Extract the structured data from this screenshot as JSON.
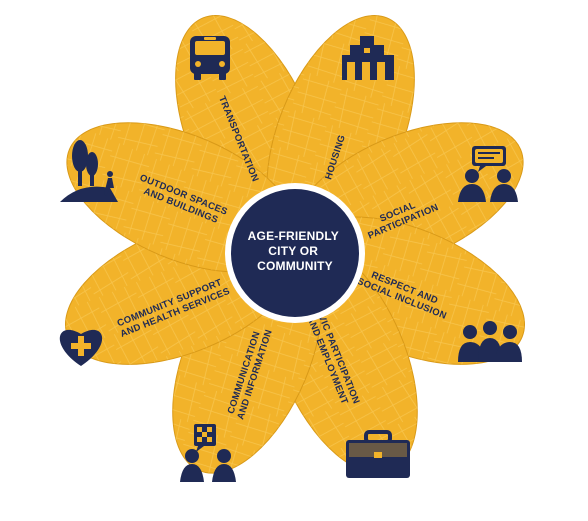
{
  "colors": {
    "petal": "#f2b32a",
    "petal_outline": "#d99a18",
    "petal_texture": "#fbd36a",
    "center": "#1f2a55",
    "center_ring": "#ffffff",
    "ink": "#1f2a55"
  },
  "center": {
    "line1": "AGE-FRIENDLY",
    "line2": "CITY OR",
    "line3": "COMMUNITY"
  },
  "petals": [
    {
      "id": "transportation",
      "icon": "bus-icon",
      "lines": [
        "TRANSPORTATION"
      ]
    },
    {
      "id": "housing",
      "icon": "house-icon",
      "lines": [
        "HOUSING"
      ]
    },
    {
      "id": "social-participation",
      "icon": "people-chat-icon",
      "lines": [
        "SOCIAL",
        "PARTICIPATION"
      ]
    },
    {
      "id": "respect-inclusion",
      "icon": "group-hug-icon",
      "lines": [
        "RESPECT AND",
        "SOCIAL INCLUSION"
      ]
    },
    {
      "id": "civic-participation",
      "icon": "briefcase-icon",
      "lines": [
        "CIVIC PARTICIPATION",
        "AND EMPLOYMENT"
      ]
    },
    {
      "id": "communication",
      "icon": "people-message-icon",
      "lines": [
        "COMMUNICATION",
        "AND INFORMATION"
      ]
    },
    {
      "id": "community-support",
      "icon": "heart-plus-icon",
      "lines": [
        "COMMUNITY SUPPORT",
        "AND HEALTH SERVICES"
      ]
    },
    {
      "id": "outdoor-spaces",
      "icon": "outdoor-trees-icon",
      "lines": [
        "OUTDOOR SPACES",
        "AND BUILDINGS"
      ]
    }
  ]
}
